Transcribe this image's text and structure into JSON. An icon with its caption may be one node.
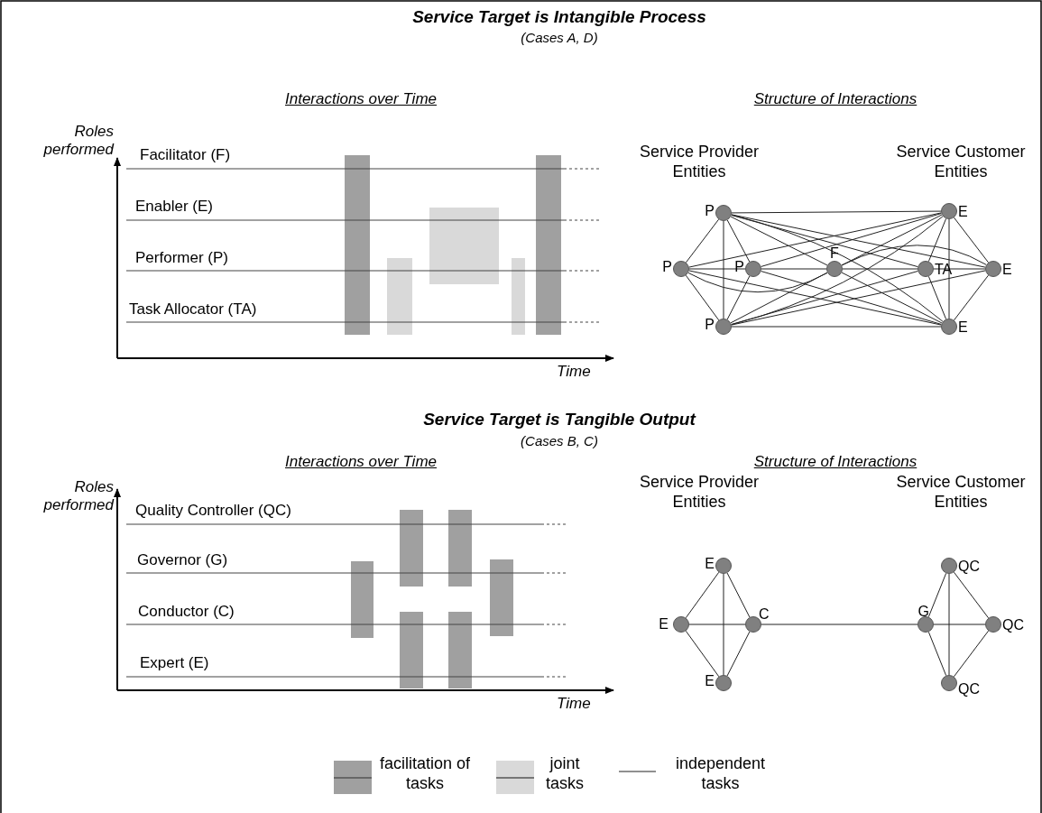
{
  "diagram": {
    "nodes": [
      {
        "text": [],
        "shape": "circle",
        "beside": [
          "P"
        ]
      },
      {
        "text": [],
        "shape": "circle",
        "beside": [
          "E"
        ]
      },
      {
        "text": [],
        "shape": "circle",
        "beside": [
          "P"
        ]
      },
      {
        "text": [],
        "shape": "circle",
        "beside": [
          "P"
        ]
      },
      {
        "text": [],
        "shape": "circle",
        "beside": [
          "F"
        ]
      },
      {
        "text": [],
        "shape": "circle",
        "beside": [
          "TA"
        ]
      },
      {
        "text": [],
        "shape": "circle",
        "beside": [
          "E"
        ]
      },
      {
        "text": [],
        "shape": "circle",
        "beside": [
          "P"
        ]
      },
      {
        "text": [],
        "shape": "circle",
        "beside": [
          "E"
        ]
      },
      {
        "text": [],
        "shape": "circle",
        "beside": [
          "E"
        ]
      },
      {
        "text": [],
        "shape": "circle",
        "beside": [
          "QC"
        ]
      },
      {
        "text": [],
        "shape": "circle",
        "beside": [
          "E"
        ]
      },
      {
        "text": [],
        "shape": "circle",
        "beside": [
          "C"
        ]
      },
      {
        "text": [],
        "shape": "circle",
        "beside": [
          "G"
        ]
      },
      {
        "text": [],
        "shape": "circle",
        "beside": [
          "QC"
        ]
      },
      {
        "text": [],
        "shape": "circle",
        "beside": [
          "E"
        ]
      },
      {
        "text": [],
        "shape": "circle",
        "beside": [
          "QC"
        ]
      }
    ],
    "edges": [
      {
        "from": 0,
        "to": 1,
        "arrow": "none"
      },
      {
        "from": 7,
        "to": 8,
        "arrow": "none"
      },
      {
        "from": 0,
        "to": 7,
        "arrow": "none"
      },
      {
        "from": 1,
        "to": 8,
        "arrow": "none"
      },
      {
        "from": 2,
        "to": 0,
        "arrow": "none"
      },
      {
        "from": 2,
        "to": 7,
        "arrow": "none"
      },
      {
        "from": 3,
        "to": 0,
        "arrow": "none"
      },
      {
        "from": 3,
        "to": 7,
        "arrow": "none"
      },
      {
        "from": 6,
        "to": 1,
        "arrow": "none"
      },
      {
        "from": 6,
        "to": 8,
        "arrow": "none"
      },
      {
        "from": 5,
        "to": 1,
        "arrow": "none"
      },
      {
        "from": 5,
        "to": 8,
        "arrow": "none"
      },
      {
        "from": 2,
        "to": 3,
        "arrow": "none"
      },
      {
        "from": 3,
        "to": 4,
        "arrow": "none"
      },
      {
        "from": 4,
        "to": 5,
        "arrow": "none"
      },
      {
        "from": 5,
        "to": 6,
        "arrow": "none"
      },
      {
        "from": 2,
        "to": 4,
        "arrow": "none"
      },
      {
        "from": 4,
        "to": 6,
        "arrow": "none"
      },
      {
        "from": 0,
        "to": 4,
        "arrow": "none"
      },
      {
        "from": 0,
        "to": 5,
        "arrow": "none"
      },
      {
        "from": 0,
        "to": 6,
        "arrow": "none"
      },
      {
        "from": 0,
        "to": 8,
        "arrow": "none"
      },
      {
        "from": 7,
        "to": 4,
        "arrow": "none"
      },
      {
        "from": 7,
        "to": 1,
        "arrow": "none"
      },
      {
        "from": 7,
        "to": 5,
        "arrow": "none"
      },
      {
        "from": 7,
        "to": 6,
        "arrow": "none"
      },
      {
        "from": 2,
        "to": 1,
        "arrow": "none"
      },
      {
        "from": 2,
        "to": 8,
        "arrow": "none"
      },
      {
        "from": 3,
        "to": 1,
        "arrow": "none"
      },
      {
        "from": 3,
        "to": 8,
        "arrow": "none"
      },
      {
        "from": 4,
        "to": 1,
        "arrow": "none"
      },
      {
        "from": 4,
        "to": 8,
        "arrow": "none"
      },
      {
        "from": 9,
        "to": 11,
        "arrow": "none"
      },
      {
        "from": 9,
        "to": 12,
        "arrow": "none"
      },
      {
        "from": 9,
        "to": 15,
        "arrow": "none"
      },
      {
        "from": 11,
        "to": 12,
        "arrow": "none"
      },
      {
        "from": 11,
        "to": 15,
        "arrow": "none"
      },
      {
        "from": 12,
        "to": 15,
        "arrow": "none"
      },
      {
        "from": 12,
        "to": 13,
        "arrow": "none"
      },
      {
        "from": 13,
        "to": 10,
        "arrow": "none"
      },
      {
        "from": 13,
        "to": 14,
        "arrow": "none"
      },
      {
        "from": 13,
        "to": 16,
        "arrow": "none"
      },
      {
        "from": 10,
        "to": 14,
        "arrow": "none"
      },
      {
        "from": 10,
        "to": 16,
        "arrow": "none"
      },
      {
        "from": 14,
        "to": 16,
        "arrow": "none"
      }
    ],
    "labels": [
      "Service Target is Intangible Process",
      "(Cases A, D)",
      "Interactions over Time",
      "Structure of Interactions",
      "Roles performed",
      "Facilitator (F)",
      "Service Provider Entities",
      "Service Customer Entities",
      "Enabler (E)",
      "Performer (P)",
      "Task Allocator (TA)",
      "Time",
      "Service Target is Tangible Output",
      "(Cases B, C)",
      "Interactions over Time",
      "Structure of Interactions",
      "Roles performed",
      "Service Provider Entities",
      "Service Customer Entities",
      "Quality Controller (QC)",
      "Governor (G)",
      "Conductor (C)",
      "Expert (E)",
      "Time"
    ],
    "legend": [
      {
        "text": "facilitation of tasks",
        "color": "#a0a0a0"
      },
      {
        "text": "joint tasks",
        "color": "#d9d9d9"
      },
      {
        "text": "independent tasks"
      }
    ]
  }
}
